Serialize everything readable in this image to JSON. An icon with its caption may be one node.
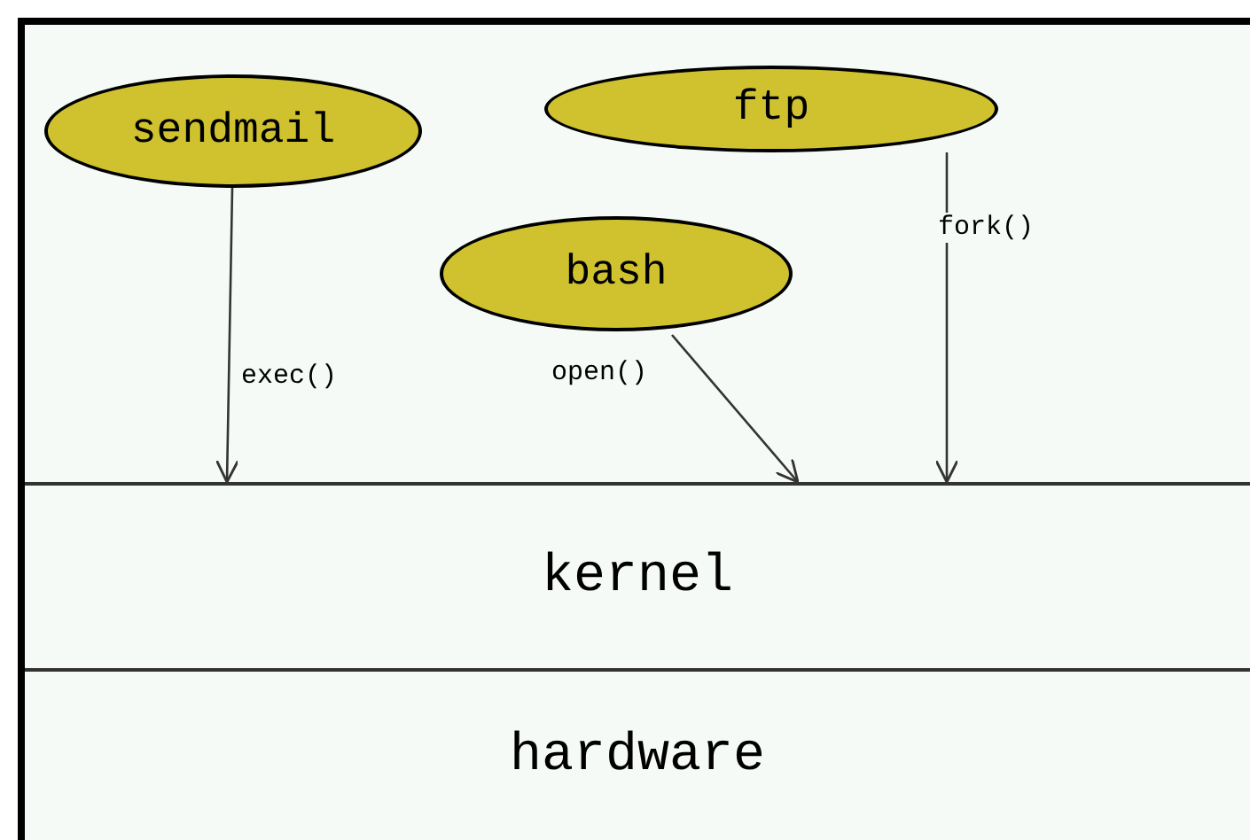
{
  "diagram": {
    "nodes": [
      {
        "text": [
          "sendmail"
        ]
      },
      {
        "text": [
          "ftp"
        ]
      },
      {
        "text": [
          "bash"
        ]
      },
      {
        "text": [
          "kernel"
        ]
      },
      {
        "text": [
          "hardware"
        ]
      }
    ],
    "edges": [
      {
        "from": 0,
        "to": 3,
        "arrow": "to",
        "label": "exec()"
      },
      {
        "from": 2,
        "to": 3,
        "arrow": "to",
        "label": "open()"
      },
      {
        "from": 1,
        "to": 3,
        "arrow": "to",
        "label": "fork()"
      }
    ]
  }
}
